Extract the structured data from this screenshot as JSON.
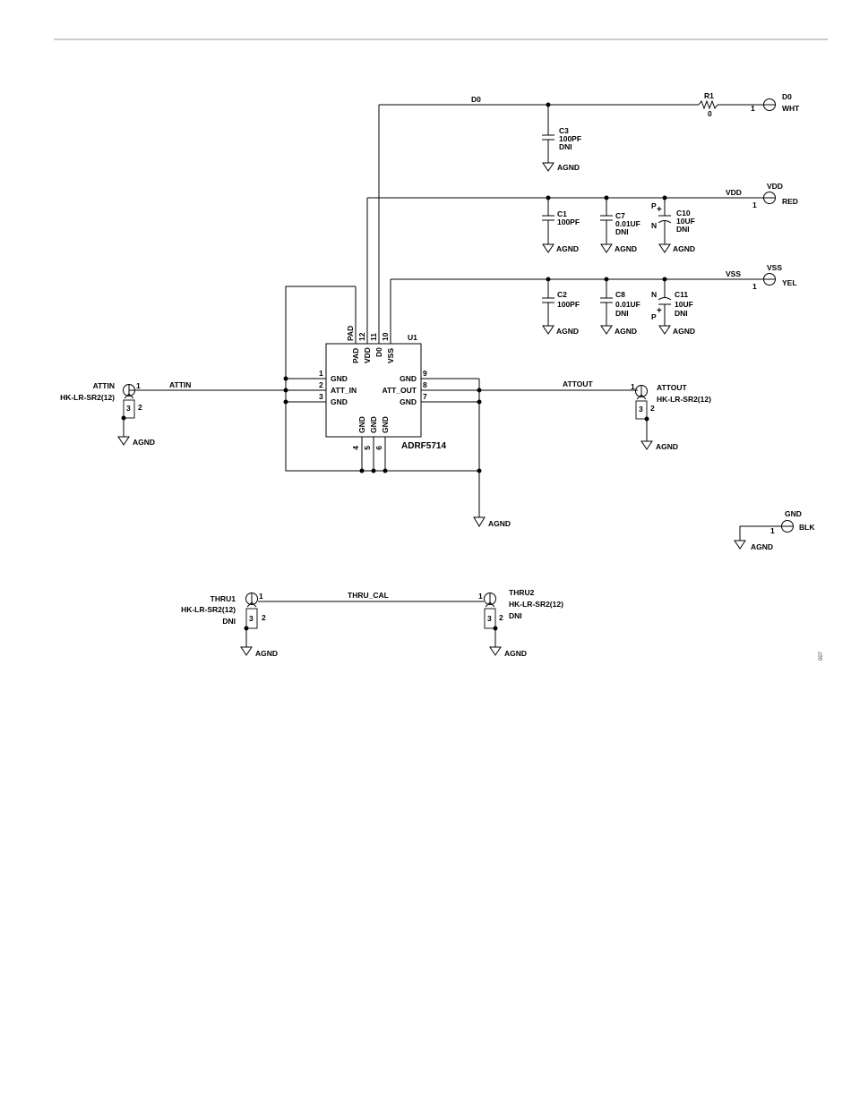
{
  "figure_id": "007",
  "nets": {
    "d0": "D0",
    "vdd": "VDD",
    "vss": "VSS",
    "attin": "ATTIN",
    "attout": "ATTOUT",
    "thru_cal": "THRU_CAL"
  },
  "ic": {
    "ref": "U1",
    "part": "ADRF5714",
    "pins": {
      "p1": {
        "num": "1",
        "name": "GND"
      },
      "p2": {
        "num": "2",
        "name": "ATT_IN"
      },
      "p3": {
        "num": "3",
        "name": "GND"
      },
      "p4": {
        "num": "4",
        "name": "GND"
      },
      "p5": {
        "num": "5",
        "name": "GND"
      },
      "p6": {
        "num": "6",
        "name": "GND"
      },
      "p7": {
        "num": "7",
        "name": "GND"
      },
      "p8": {
        "num": "8",
        "name": "ATT_OUT"
      },
      "p9": {
        "num": "9",
        "name": "GND"
      },
      "p10": {
        "num": "10",
        "name": "VSS"
      },
      "p11": {
        "num": "11",
        "name": "D0"
      },
      "p12": {
        "num": "12",
        "name": "VDD"
      },
      "pad": {
        "num": "PAD",
        "name": "PAD"
      }
    }
  },
  "resistor": {
    "ref": "R1",
    "value": "0"
  },
  "capacitors": {
    "c3": {
      "ref": "C3",
      "value": "100PF",
      "note": "DNI"
    },
    "c1": {
      "ref": "C1",
      "value": "100PF"
    },
    "c7": {
      "ref": "C7",
      "value": "0.01UF",
      "note": "DNI"
    },
    "c10": {
      "ref": "C10",
      "value": "10UF",
      "note": "DNI",
      "pos": "P",
      "neg": "N",
      "plus": "+"
    },
    "c2": {
      "ref": "C2",
      "value": "100PF"
    },
    "c8": {
      "ref": "C8",
      "value": "0.01UF",
      "note": "DNI"
    },
    "c11": {
      "ref": "C11",
      "value": "10UF",
      "note": "DNI",
      "pos": "P",
      "neg": "N",
      "plus": "+"
    }
  },
  "test_points": {
    "d0": {
      "name": "D0",
      "color": "WHT",
      "pin": "1"
    },
    "vdd": {
      "name": "VDD",
      "color": "RED",
      "pin": "1"
    },
    "vss": {
      "name": "VSS",
      "color": "YEL",
      "pin": "1"
    },
    "gnd": {
      "name": "GND",
      "color": "BLK",
      "pin": "1"
    }
  },
  "connectors": {
    "attin": {
      "ref": "ATTIN",
      "part": "HK-LR-SR2(12)",
      "pin1": "1",
      "pin2": "2",
      "pin3": "3"
    },
    "attout": {
      "ref": "ATTOUT",
      "part": "HK-LR-SR2(12)",
      "pin1": "1",
      "pin2": "2",
      "pin3": "3"
    },
    "thru1": {
      "ref": "THRU1",
      "part": "HK-LR-SR2(12)",
      "note": "DNI",
      "pin1": "1",
      "pin2": "2",
      "pin3": "3"
    },
    "thru2": {
      "ref": "THRU2",
      "part": "HK-LR-SR2(12)",
      "note": "DNI",
      "pin1": "1",
      "pin2": "2",
      "pin3": "3"
    }
  },
  "ground_label": "AGND"
}
